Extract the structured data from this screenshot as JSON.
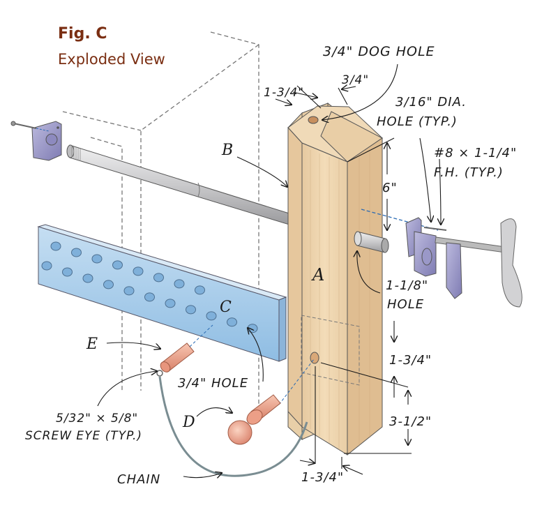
{
  "figure": {
    "title": "Fig. C",
    "subtitle": "Exploded View",
    "title_color": "#7a2e12"
  },
  "parts": {
    "A": {
      "label": "A",
      "name": "leg-vise-chop",
      "material_color": "#ecd2ab"
    },
    "B": {
      "label": "B",
      "name": "pipe",
      "material_color": "#c9c9cb"
    },
    "C": {
      "label": "C",
      "name": "pin-board",
      "material_color": "#a9cde9"
    },
    "D": {
      "label": "D",
      "name": "handle-pin",
      "material_color": "#f0a98f"
    },
    "E": {
      "label": "E",
      "name": "peg",
      "material_color": "#f0a98f"
    },
    "clamp": {
      "name": "pipe-clamp",
      "material_color": "#9d9bc8"
    }
  },
  "annotations": {
    "dog_hole": "3/4\" DOG HOLE",
    "dog_hole_offset": "3/4\"",
    "top_width": "1-3/4\"",
    "screw_hole_line1": "3/16\" DIA.",
    "screw_hole_line2": "HOLE (TYP.)",
    "screw_line1": "#8 × 1-1/4\"",
    "screw_line2": "F.H. (TYP.)",
    "pipe_height": "6\"",
    "pipe_hole_line1": "1-1/8\"",
    "pipe_hole_line2": "HOLE",
    "board_hole": "3/4\" HOLE",
    "mortise_height": "1-3/4\"",
    "pin_height": "3-1/2\"",
    "pin_offset": "1-3/4\"",
    "screw_eye_line1": "5/32\" × 5/8\"",
    "screw_eye_line2": "SCREW EYE (TYP.)",
    "chain": "CHAIN"
  }
}
